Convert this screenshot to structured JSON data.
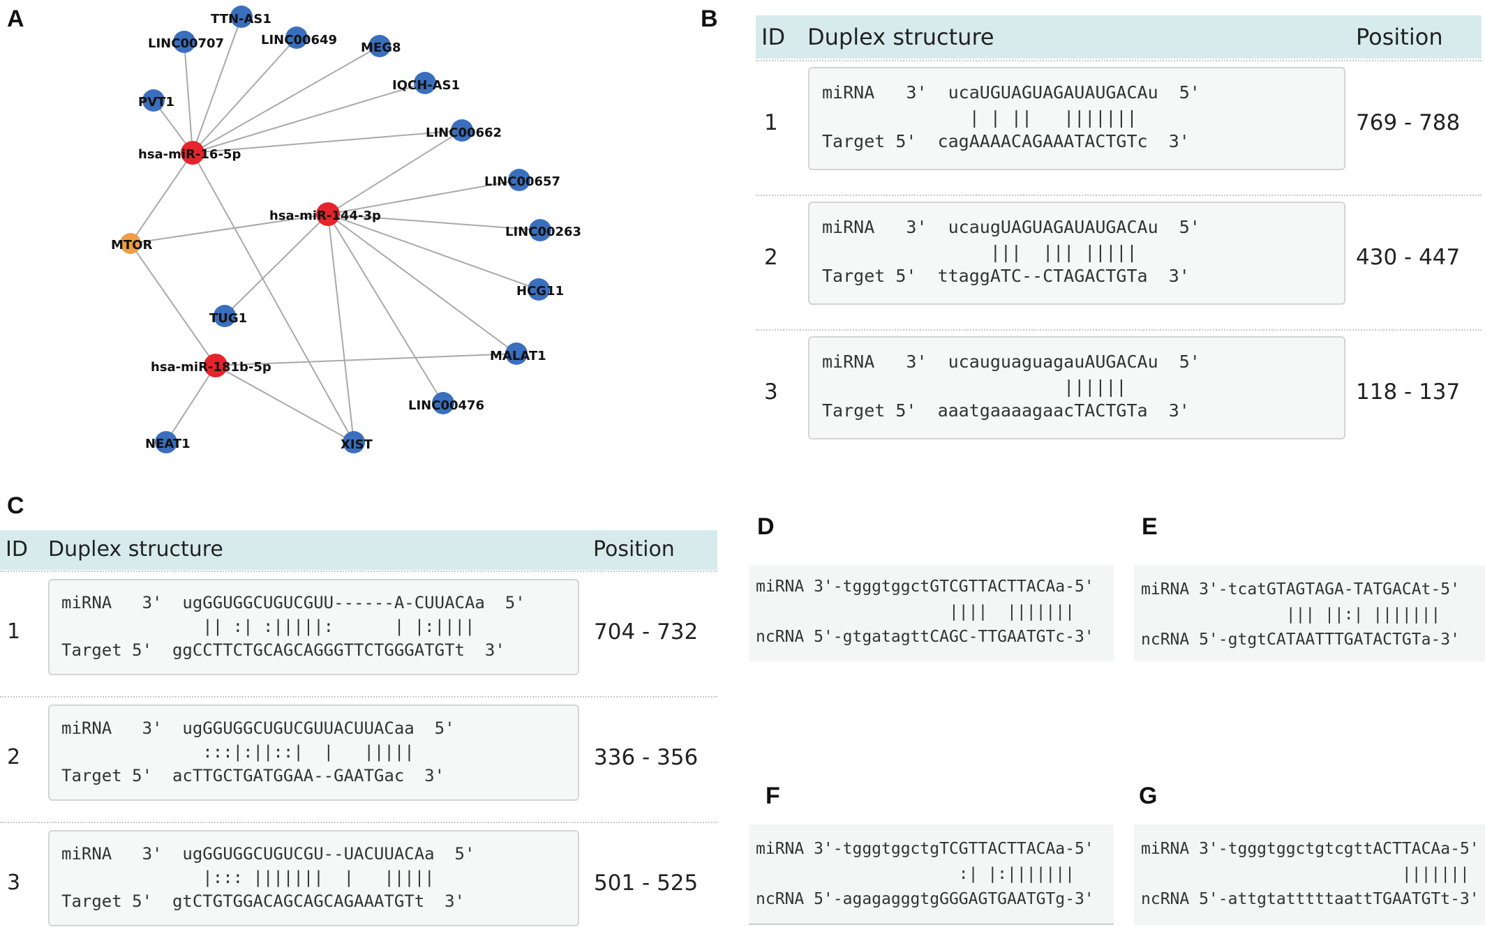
{
  "panels": {
    "a": "A",
    "b": "B",
    "c": "C",
    "d": "D",
    "e": "E",
    "f": "F",
    "g": "G"
  },
  "colors": {
    "mirna_node": "#e5252b",
    "lncrna_node": "#3a6fbd",
    "gene_node": "#ef9d45",
    "edge": "#a9a9a9",
    "table_header": "#d8ebec"
  },
  "network": {
    "nodes": [
      {
        "id": "TTN-AS1",
        "type": "lncrna"
      },
      {
        "id": "LINC00707",
        "type": "lncrna"
      },
      {
        "id": "LINC00649",
        "type": "lncrna"
      },
      {
        "id": "MEG8",
        "type": "lncrna"
      },
      {
        "id": "IQCH-AS1",
        "type": "lncrna"
      },
      {
        "id": "PVT1",
        "type": "lncrna"
      },
      {
        "id": "LINC00662",
        "type": "lncrna"
      },
      {
        "id": "hsa-miR-16-5p",
        "type": "mirna"
      },
      {
        "id": "LINC00657",
        "type": "lncrna"
      },
      {
        "id": "hsa-miR-144-3p",
        "type": "mirna"
      },
      {
        "id": "LINC00263",
        "type": "lncrna"
      },
      {
        "id": "MTOR",
        "type": "gene"
      },
      {
        "id": "HCG11",
        "type": "lncrna"
      },
      {
        "id": "TUG1",
        "type": "lncrna"
      },
      {
        "id": "MALAT1",
        "type": "lncrna"
      },
      {
        "id": "hsa-miR-181b-5p",
        "type": "mirna"
      },
      {
        "id": "LINC00476",
        "type": "lncrna"
      },
      {
        "id": "NEAT1",
        "type": "lncrna"
      },
      {
        "id": "XIST",
        "type": "lncrna"
      }
    ],
    "edges": [
      [
        "hsa-miR-16-5p",
        "TTN-AS1"
      ],
      [
        "hsa-miR-16-5p",
        "LINC00707"
      ],
      [
        "hsa-miR-16-5p",
        "LINC00649"
      ],
      [
        "hsa-miR-16-5p",
        "MEG8"
      ],
      [
        "hsa-miR-16-5p",
        "IQCH-AS1"
      ],
      [
        "hsa-miR-16-5p",
        "PVT1"
      ],
      [
        "hsa-miR-16-5p",
        "LINC00662"
      ],
      [
        "hsa-miR-16-5p",
        "MTOR"
      ],
      [
        "hsa-miR-16-5p",
        "XIST"
      ],
      [
        "hsa-miR-144-3p",
        "LINC00662"
      ],
      [
        "hsa-miR-144-3p",
        "LINC00657"
      ],
      [
        "hsa-miR-144-3p",
        "LINC00263"
      ],
      [
        "hsa-miR-144-3p",
        "HCG11"
      ],
      [
        "hsa-miR-144-3p",
        "MALAT1"
      ],
      [
        "hsa-miR-144-3p",
        "LINC00476"
      ],
      [
        "hsa-miR-144-3p",
        "TUG1"
      ],
      [
        "hsa-miR-144-3p",
        "XIST"
      ],
      [
        "hsa-miR-144-3p",
        "MTOR"
      ],
      [
        "hsa-miR-181b-5p",
        "MTOR"
      ],
      [
        "hsa-miR-181b-5p",
        "MALAT1"
      ],
      [
        "hsa-miR-181b-5p",
        "NEAT1"
      ],
      [
        "hsa-miR-181b-5p",
        "XIST"
      ]
    ]
  },
  "table_b": {
    "headers": {
      "id": "ID",
      "duplex": "Duplex structure",
      "position": "Position"
    },
    "rows": [
      {
        "id": "1",
        "mirna": "miRNA   3'  ucaUGUAGUAGAUAUGACAu  5'",
        "match": "              | | ||   |||||||",
        "target": "Target 5'  cagAAAACAGAAATACTGTc  3'",
        "position": "769 - 788"
      },
      {
        "id": "2",
        "mirna": "miRNA   3'  ucaugUAGUAGAUAUGACAu  5'",
        "match": "                |||  ||| |||||",
        "target": "Target 5'  ttaggATC--CTAGACTGTa  3'",
        "position": "430 - 447"
      },
      {
        "id": "3",
        "mirna": "miRNA   3'  ucauguaguagauAUGACAu  5'",
        "match": "                       ||||||",
        "target": "Target 5'  aaatgaaaagaacTACTGTa  3'",
        "position": "118 - 137"
      }
    ]
  },
  "table_c": {
    "headers": {
      "id": "ID",
      "duplex": "Duplex structure",
      "position": "Position"
    },
    "rows": [
      {
        "id": "1",
        "mirna": "miRNA   3'  ugGGUGGCUGUCGUU------A-CUUACAa  5'",
        "match": "              || :| :|||||:      | |:||||",
        "target": "Target 5'  ggCCTTCTGCAGCAGGGTTCTGGGATGTt  3'",
        "position": "704 - 732"
      },
      {
        "id": "2",
        "mirna": "miRNA   3'  ugGGUGGCUGUCGUUACUUACaa  5'",
        "match": "              :::|:||::|  |   |||||",
        "target": "Target 5'  acTTGCTGATGGAA--GAATGac  3'",
        "position": "336 - 356"
      },
      {
        "id": "3",
        "mirna": "miRNA   3'  ugGGUGGCUGUCGU--UACUUACAa  5'",
        "match": "              |::: |||||||  |   |||||",
        "target": "Target 5'  gtCTGTGGACAGCAGCAGAAATGTt  3'",
        "position": "501 - 525"
      }
    ]
  },
  "panel_d": {
    "mirna": "miRNA 3'-tgggtggctGTCGTTACTTACAa-5'",
    "match": "                    ||||  |||||||",
    "ncrna": "ncRNA 5'-gtgatagttCAGC-TTGAATGTc-3'"
  },
  "panel_e": {
    "mirna": "miRNA 3'-tcatGTAGTAGA-TATGACAt-5'",
    "match": "               ||| ||:| |||||||",
    "ncrna": "ncRNA 5'-gtgtCATAATTTGATACTGTa-3'"
  },
  "panel_f": {
    "mirna": "miRNA 3'-tgggtggctgTCGTTACTTACAa-5'",
    "match": "                     :| |:|||||||",
    "ncrna": "ncRNA 5'-agagagggtgGGGAGTGAATGTg-3'"
  },
  "panel_g": {
    "mirna": "miRNA 3'-tgggtggctgtcgttACTTACAa-5'",
    "match": "                           |||||||",
    "ncrna": "ncRNA 5'-attgtatttttaattTGAATGTt-3'"
  }
}
